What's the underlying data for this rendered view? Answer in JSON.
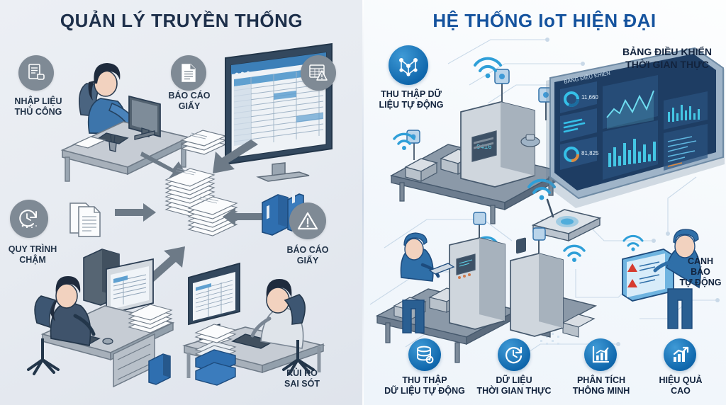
{
  "meta": {
    "left_title": "QUẢN LÝ TRUYỀN THỐNG",
    "right_title": "HỆ THỐNG IoT HIỆN ĐẠI",
    "colors": {
      "title_left": "#1d2f4a",
      "title_right": "#15539e",
      "badge_gray": "#7f8a95",
      "badge_blue": "#1068ad",
      "accent_paper": "#fbfcfd",
      "binder_blue": "#2f6fb0",
      "alert_red": "#d63b2f",
      "background_left": "#e9edf3",
      "background_right": "#f6fafd"
    }
  },
  "left": {
    "labels": [
      {
        "id": "manual-entry",
        "line1": "NHẬP LIỆU",
        "line2": "THỦ CÔNG",
        "icon": "document-hand-icon"
      },
      {
        "id": "paper-report-1",
        "line1": "BÁO CÁO",
        "line2": "GIẤY",
        "icon": "document-icon"
      },
      {
        "id": "slow-process",
        "line1": "QUY TRÌNH",
        "line2": "CHẬM",
        "icon": "clock-refresh-icon"
      },
      {
        "id": "paper-report-2",
        "line1": "BÁO CÁO",
        "line2": "GIẤY",
        "icon": "warning-triangle-icon"
      },
      {
        "id": "error-risk",
        "line1": "RỦI RO",
        "line2": "SAI SÓT",
        "icon": "none"
      }
    ],
    "icons": {
      "spreadsheet_warning": "spreadsheet-warning-icon"
    }
  },
  "right": {
    "labels": [
      {
        "id": "auto-collect-top",
        "line1": "THU THẬP DỮ",
        "line2": "LIỆU TỰ ĐỘNG",
        "icon": "network-nodes-icon"
      },
      {
        "id": "realtime-dashboard",
        "line1": "BẢNG ĐIỀU KHIỂN",
        "line2": "THỜI GIAN THỰC",
        "icon": "none"
      },
      {
        "id": "auto-alert",
        "line1": "CẢNH",
        "line2": "BÁO",
        "line3": "TỰ ĐỘNG",
        "icon": "none"
      }
    ],
    "bottom_features": [
      {
        "id": "feature-collect",
        "line1": "THU THẬP",
        "line2": "DỮ LIỆU TỰ ĐỘNG",
        "icon": "database-gear-icon"
      },
      {
        "id": "feature-realtime",
        "line1": "DỮ LIỆU",
        "line2": "THỜI GIAN THỰC",
        "icon": "clock-icon"
      },
      {
        "id": "feature-analytics",
        "line1": "PHÂN TÍCH",
        "line2": "THÔNG MINH",
        "icon": "bar-chart-icon"
      },
      {
        "id": "feature-efficiency",
        "line1": "HIỆU QUẢ",
        "line2": "CAO",
        "icon": "growth-chart-icon"
      }
    ],
    "dashboard": {
      "header": "BẢNG ĐIỀU KHIỂN",
      "kpi_1_value": "11,660",
      "kpi_2_value": "81,825",
      "panels": [
        "donut",
        "lines",
        "donut",
        "area-chart",
        "bar-chart",
        "mini-bars",
        "data-list"
      ]
    },
    "machine_display": "0416"
  }
}
